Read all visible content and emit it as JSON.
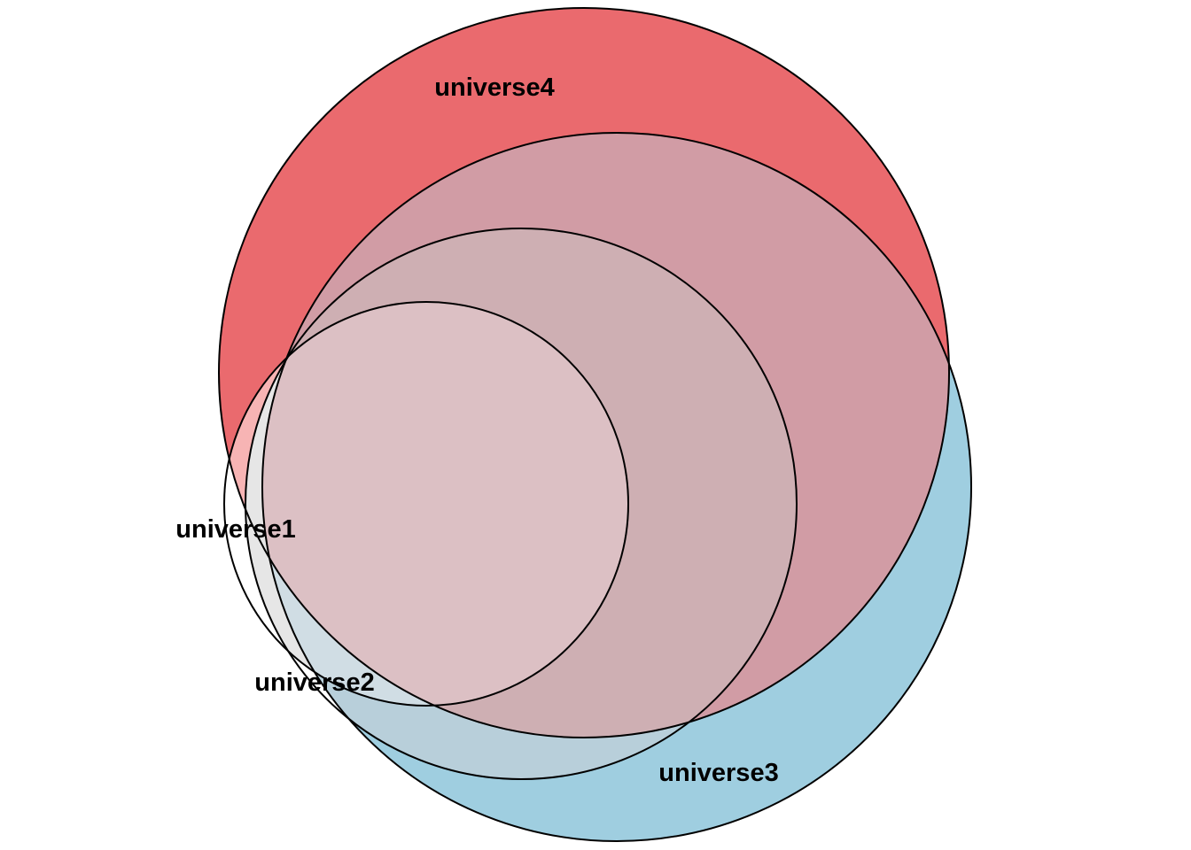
{
  "diagram": {
    "type": "venn",
    "sets": [
      {
        "id": "universe1",
        "label": "universe1",
        "color": "#ffffff"
      },
      {
        "id": "universe2",
        "label": "universe2",
        "color": "#ffffff"
      },
      {
        "id": "universe3",
        "label": "universe3",
        "color": "#9fcee0"
      },
      {
        "id": "universe4",
        "label": "universe4",
        "color": "#ea6a6e"
      }
    ],
    "region_colors": {
      "universe4_only": "#ea6a6e",
      "universe3_only": "#9fcee0",
      "universe3_universe4": "#d19ca5",
      "universe2_universe3_universe4": "#ceafb3",
      "all_four": "#dcc0c4",
      "universe1_universe4": "#f7b4b4",
      "universe1_universe2_universe3": "#d0dde4",
      "universe2_universe3": "#b8cfda",
      "universe1_universe2": "#e6e6e6"
    }
  }
}
